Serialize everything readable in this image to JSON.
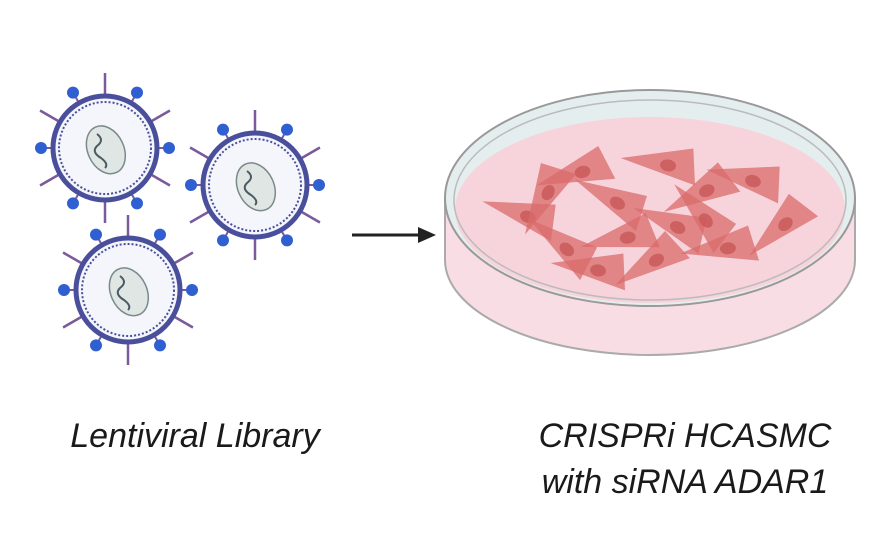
{
  "left_panel": {
    "label": "Lentiviral Library"
  },
  "right_panel": {
    "label_line1": "CRISPRi HCASMC",
    "label_line2": "with siRNA ADAR1"
  },
  "colors": {
    "virus_membrane": "#4a4f9c",
    "virus_spike": "#7a5a9a",
    "virus_glycoprotein": "#2f5fd0",
    "dish_medium": "#f6d6de",
    "cell": "#d96b6b",
    "arrow": "#222222"
  }
}
